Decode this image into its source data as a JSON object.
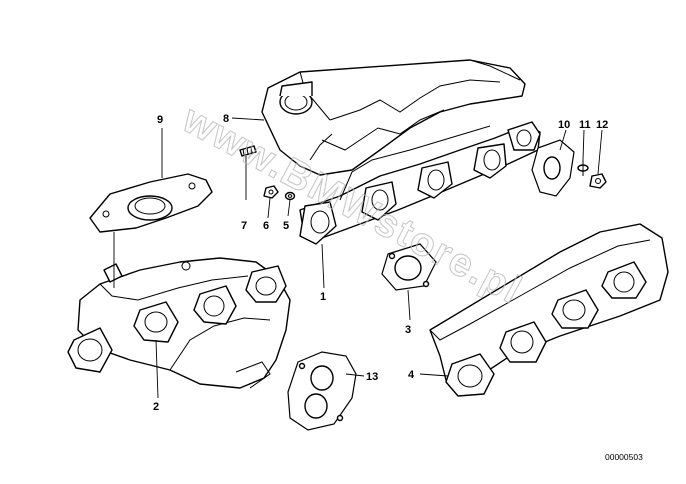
{
  "watermark": "www.BMWstore.pl",
  "reference_number": "00000503",
  "callouts": [
    "1",
    "2",
    "3",
    "4",
    "5",
    "6",
    "7",
    "8",
    "9",
    "10",
    "11",
    "12",
    "13"
  ],
  "colors": {
    "line": "#000000",
    "background": "#ffffff",
    "watermark": "#b8b8b8"
  }
}
